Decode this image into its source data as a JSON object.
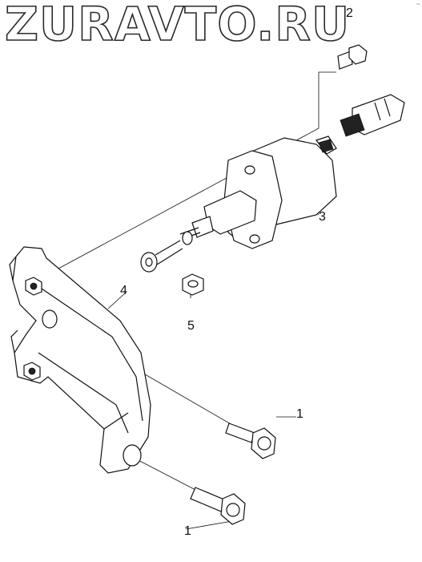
{
  "watermark": "ZURAVTO.RU",
  "corner_mark": "~",
  "callouts": {
    "bolt_lower": "1",
    "bolt_upper": "1",
    "screw_top": "2",
    "solenoid": "3",
    "bracket": "4",
    "nut": "5"
  },
  "colors": {
    "line": "#111111",
    "background": "#ffffff"
  }
}
